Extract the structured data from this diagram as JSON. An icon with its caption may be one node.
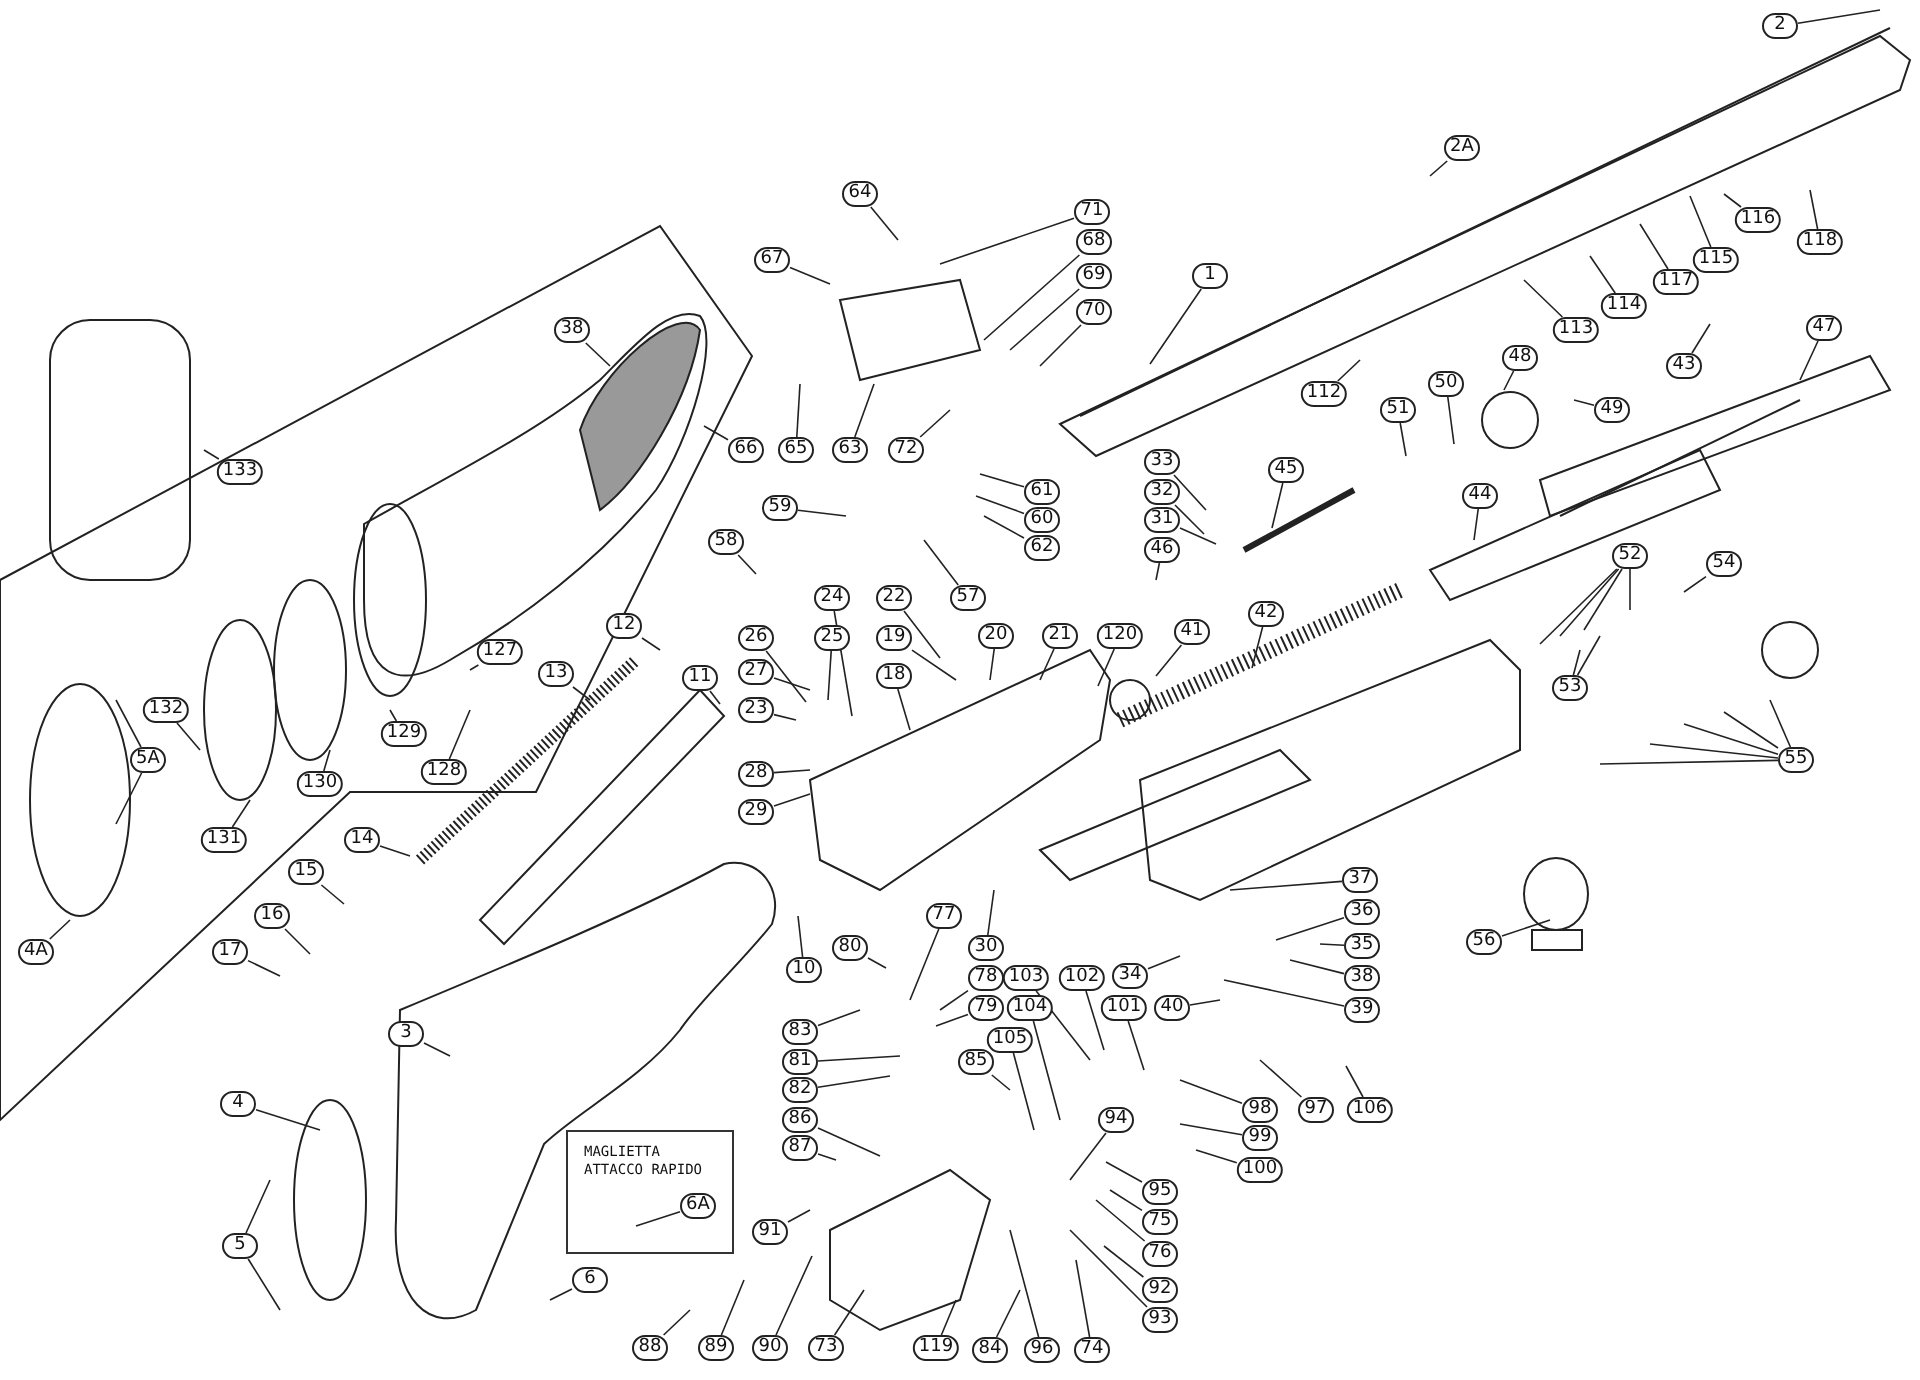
{
  "diagram": {
    "nodes": [
      {
        "text": [
          "MAGLIETTA ATTACCO RAPIDO"
        ]
      },
      {
        "text": [
          "2"
        ]
      },
      {
        "text": [
          "2A"
        ]
      },
      {
        "text": [
          "64"
        ]
      },
      {
        "text": [
          "71"
        ]
      },
      {
        "text": [
          "116"
        ]
      },
      {
        "text": [
          "118"
        ]
      },
      {
        "text": [
          "68"
        ]
      },
      {
        "text": [
          "67"
        ]
      },
      {
        "text": [
          "115"
        ]
      },
      {
        "text": [
          "69"
        ]
      },
      {
        "text": [
          "1"
        ]
      },
      {
        "text": [
          "117"
        ]
      },
      {
        "text": [
          "114"
        ]
      },
      {
        "text": [
          "70"
        ]
      },
      {
        "text": [
          "47"
        ]
      },
      {
        "text": [
          "113"
        ]
      },
      {
        "text": [
          "38"
        ]
      },
      {
        "text": [
          "48"
        ]
      },
      {
        "text": [
          "43"
        ]
      },
      {
        "text": [
          "50"
        ]
      },
      {
        "text": [
          "112"
        ]
      },
      {
        "text": [
          "49"
        ]
      },
      {
        "text": [
          "51"
        ]
      },
      {
        "text": [
          "66"
        ]
      },
      {
        "text": [
          "65"
        ]
      },
      {
        "text": [
          "63"
        ]
      },
      {
        "text": [
          "72"
        ]
      },
      {
        "text": [
          "33"
        ]
      },
      {
        "text": [
          "45"
        ]
      },
      {
        "text": [
          "133"
        ]
      },
      {
        "text": [
          "61"
        ]
      },
      {
        "text": [
          "32"
        ]
      },
      {
        "text": [
          "44"
        ]
      },
      {
        "text": [
          "59"
        ]
      },
      {
        "text": [
          "60"
        ]
      },
      {
        "text": [
          "31"
        ]
      },
      {
        "text": [
          "58"
        ]
      },
      {
        "text": [
          "62"
        ]
      },
      {
        "text": [
          "46"
        ]
      },
      {
        "text": [
          "52"
        ]
      },
      {
        "text": [
          "54"
        ]
      },
      {
        "text": [
          "57"
        ]
      },
      {
        "text": [
          "24"
        ]
      },
      {
        "text": [
          "22"
        ]
      },
      {
        "text": [
          "42"
        ]
      },
      {
        "text": [
          "12"
        ]
      },
      {
        "text": [
          "41"
        ]
      },
      {
        "text": [
          "20"
        ]
      },
      {
        "text": [
          "21"
        ]
      },
      {
        "text": [
          "120"
        ]
      },
      {
        "text": [
          "26"
        ]
      },
      {
        "text": [
          "25"
        ]
      },
      {
        "text": [
          "19"
        ]
      },
      {
        "text": [
          "127"
        ]
      },
      {
        "text": [
          "13"
        ]
      },
      {
        "text": [
          "11"
        ]
      },
      {
        "text": [
          "27"
        ]
      },
      {
        "text": [
          "18"
        ]
      },
      {
        "text": [
          "53"
        ]
      },
      {
        "text": [
          "132"
        ]
      },
      {
        "text": [
          "23"
        ]
      },
      {
        "text": [
          "129"
        ]
      },
      {
        "text": [
          "28"
        ]
      },
      {
        "text": [
          "5A"
        ]
      },
      {
        "text": [
          "55"
        ]
      },
      {
        "text": [
          "128"
        ]
      },
      {
        "text": [
          "130"
        ]
      },
      {
        "text": [
          "29"
        ]
      },
      {
        "text": [
          "131"
        ]
      },
      {
        "text": [
          "14"
        ]
      },
      {
        "text": [
          "15"
        ]
      },
      {
        "text": [
          "37"
        ]
      },
      {
        "text": [
          "36"
        ]
      },
      {
        "text": [
          "16"
        ]
      },
      {
        "text": [
          "77"
        ]
      },
      {
        "text": [
          "56"
        ]
      },
      {
        "text": [
          "35"
        ]
      },
      {
        "text": [
          "4A"
        ]
      },
      {
        "text": [
          "17"
        ]
      },
      {
        "text": [
          "80"
        ]
      },
      {
        "text": [
          "30"
        ]
      },
      {
        "text": [
          "10"
        ]
      },
      {
        "text": [
          "34"
        ]
      },
      {
        "text": [
          "78"
        ]
      },
      {
        "text": [
          "103"
        ]
      },
      {
        "text": [
          "102"
        ]
      },
      {
        "text": [
          "38"
        ]
      },
      {
        "text": [
          "79"
        ]
      },
      {
        "text": [
          "104"
        ]
      },
      {
        "text": [
          "101"
        ]
      },
      {
        "text": [
          "40"
        ]
      },
      {
        "text": [
          "39"
        ]
      },
      {
        "text": [
          "83"
        ]
      },
      {
        "text": [
          "3"
        ]
      },
      {
        "text": [
          "105"
        ]
      },
      {
        "text": [
          "81"
        ]
      },
      {
        "text": [
          "85"
        ]
      },
      {
        "text": [
          "82"
        ]
      },
      {
        "text": [
          "4"
        ]
      },
      {
        "text": [
          "98"
        ]
      },
      {
        "text": [
          "97"
        ]
      },
      {
        "text": [
          "106"
        ]
      },
      {
        "text": [
          "94"
        ]
      },
      {
        "text": [
          "86"
        ]
      },
      {
        "text": [
          "99"
        ]
      },
      {
        "text": [
          "87"
        ]
      },
      {
        "text": [
          "100"
        ]
      },
      {
        "text": [
          "95"
        ]
      },
      {
        "text": [
          "6A"
        ],
        "in": 0
      },
      {
        "text": [
          "75"
        ]
      },
      {
        "text": [
          "91"
        ]
      },
      {
        "text": [
          "5"
        ]
      },
      {
        "text": [
          "76"
        ]
      },
      {
        "text": [
          "6"
        ]
      },
      {
        "text": [
          "92"
        ]
      },
      {
        "text": [
          "93"
        ]
      },
      {
        "text": [
          "88"
        ]
      },
      {
        "text": [
          "89"
        ]
      },
      {
        "text": [
          "90"
        ]
      },
      {
        "text": [
          "73"
        ]
      },
      {
        "text": [
          "119"
        ]
      },
      {
        "text": [
          "84"
        ]
      },
      {
        "text": [
          "96"
        ]
      },
      {
        "text": [
          "74"
        ]
      }
    ],
    "edges": [
      {
        "from": 1,
        "to": null,
        "arrow": "none"
      },
      {
        "from": 2,
        "to": null,
        "arrow": "none"
      },
      {
        "from": 3,
        "to": null,
        "arrow": "none"
      },
      {
        "from": 4,
        "to": null,
        "arrow": "none"
      },
      {
        "from": 5,
        "to": null,
        "arrow": "none"
      },
      {
        "from": 6,
        "to": null,
        "arrow": "none"
      },
      {
        "from": 7,
        "to": null,
        "arrow": "none"
      },
      {
        "from": 8,
        "to": null,
        "arrow": "none"
      },
      {
        "from": 9,
        "to": null,
        "arrow": "none"
      },
      {
        "from": 10,
        "to": null,
        "arrow": "none"
      },
      {
        "from": 11,
        "to": null,
        "arrow": "none"
      },
      {
        "from": 12,
        "to": null,
        "arrow": "none"
      },
      {
        "from": 13,
        "to": null,
        "arrow": "none"
      },
      {
        "from": 14,
        "to": null,
        "arrow": "none"
      },
      {
        "from": 15,
        "to": null,
        "arrow": "none"
      },
      {
        "from": 16,
        "to": null,
        "arrow": "none"
      },
      {
        "from": 17,
        "to": null,
        "arrow": "none"
      },
      {
        "from": 18,
        "to": null,
        "arrow": "none"
      },
      {
        "from": 19,
        "to": null,
        "arrow": "none"
      },
      {
        "from": 20,
        "to": null,
        "arrow": "none"
      },
      {
        "from": 21,
        "to": null,
        "arrow": "none"
      },
      {
        "from": 22,
        "to": null,
        "arrow": "none"
      },
      {
        "from": 23,
        "to": null,
        "arrow": "none"
      },
      {
        "from": 24,
        "to": null,
        "arrow": "none"
      },
      {
        "from": 25,
        "to": null,
        "arrow": "none"
      },
      {
        "from": 26,
        "to": null,
        "arrow": "none"
      },
      {
        "from": 27,
        "to": null,
        "arrow": "none"
      },
      {
        "from": 28,
        "to": null,
        "arrow": "none"
      },
      {
        "from": 29,
        "to": null,
        "arrow": "none"
      },
      {
        "from": 30,
        "to": null,
        "arrow": "none"
      },
      {
        "from": 31,
        "to": null,
        "arrow": "none"
      },
      {
        "from": 32,
        "to": null,
        "arrow": "none"
      },
      {
        "from": 33,
        "to": null,
        "arrow": "none"
      },
      {
        "from": 34,
        "to": null,
        "arrow": "none"
      },
      {
        "from": 35,
        "to": null,
        "arrow": "none"
      },
      {
        "from": 36,
        "to": null,
        "arrow": "none"
      },
      {
        "from": 37,
        "to": null,
        "arrow": "none"
      },
      {
        "from": 38,
        "to": null,
        "arrow": "none"
      },
      {
        "from": 39,
        "to": null,
        "arrow": "none"
      },
      {
        "from": 40,
        "to": null,
        "arrow": "none"
      },
      {
        "from": 40,
        "to": null,
        "arrow": "none"
      },
      {
        "from": 40,
        "to": null,
        "arrow": "none"
      },
      {
        "from": 40,
        "to": null,
        "arrow": "none"
      },
      {
        "from": 41,
        "to": null,
        "arrow": "none"
      },
      {
        "from": 42,
        "to": null,
        "arrow": "none"
      },
      {
        "from": 43,
        "to": null,
        "arrow": "none"
      },
      {
        "from": 44,
        "to": null,
        "arrow": "none"
      },
      {
        "from": 45,
        "to": null,
        "arrow": "none"
      },
      {
        "from": 46,
        "to": null,
        "arrow": "none"
      },
      {
        "from": 47,
        "to": null,
        "arrow": "none"
      },
      {
        "from": 48,
        "to": null,
        "arrow": "none"
      },
      {
        "from": 49,
        "to": null,
        "arrow": "none"
      },
      {
        "from": 50,
        "to": null,
        "arrow": "none"
      },
      {
        "from": 51,
        "to": null,
        "arrow": "none"
      },
      {
        "from": 52,
        "to": null,
        "arrow": "none"
      },
      {
        "from": 53,
        "to": null,
        "arrow": "none"
      },
      {
        "from": 54,
        "to": null,
        "arrow": "none"
      },
      {
        "from": 55,
        "to": null,
        "arrow": "none"
      },
      {
        "from": 56,
        "to": null,
        "arrow": "none"
      },
      {
        "from": 57,
        "to": null,
        "arrow": "none"
      },
      {
        "from": 58,
        "to": null,
        "arrow": "none"
      },
      {
        "from": 59,
        "to": null,
        "arrow": "none"
      },
      {
        "from": 59,
        "to": null,
        "arrow": "none"
      },
      {
        "from": 60,
        "to": null,
        "arrow": "none"
      },
      {
        "from": 61,
        "to": null,
        "arrow": "none"
      },
      {
        "from": 62,
        "to": null,
        "arrow": "none"
      },
      {
        "from": 63,
        "to": null,
        "arrow": "none"
      },
      {
        "from": 64,
        "to": null,
        "arrow": "none"
      },
      {
        "from": 64,
        "to": null,
        "arrow": "none"
      },
      {
        "from": 65,
        "to": null,
        "arrow": "none"
      },
      {
        "from": 65,
        "to": null,
        "arrow": "none"
      },
      {
        "from": 65,
        "to": null,
        "arrow": "none"
      },
      {
        "from": 65,
        "to": null,
        "arrow": "none"
      },
      {
        "from": 65,
        "to": null,
        "arrow": "none"
      },
      {
        "from": 66,
        "to": null,
        "arrow": "none"
      },
      {
        "from": 67,
        "to": null,
        "arrow": "none"
      },
      {
        "from": 68,
        "to": null,
        "arrow": "none"
      },
      {
        "from": 69,
        "to": null,
        "arrow": "none"
      },
      {
        "from": 70,
        "to": null,
        "arrow": "none"
      },
      {
        "from": 71,
        "to": null,
        "arrow": "none"
      },
      {
        "from": 72,
        "to": null,
        "arrow": "none"
      },
      {
        "from": 73,
        "to": null,
        "arrow": "none"
      },
      {
        "from": 74,
        "to": null,
        "arrow": "none"
      },
      {
        "from": 75,
        "to": null,
        "arrow": "none"
      },
      {
        "from": 76,
        "to": null,
        "arrow": "none"
      },
      {
        "from": 77,
        "to": null,
        "arrow": "none"
      },
      {
        "from": 78,
        "to": null,
        "arrow": "none"
      },
      {
        "from": 79,
        "to": null,
        "arrow": "none"
      },
      {
        "from": 80,
        "to": null,
        "arrow": "none"
      },
      {
        "from": 81,
        "to": null,
        "arrow": "none"
      },
      {
        "from": 82,
        "to": null,
        "arrow": "none"
      },
      {
        "from": 83,
        "to": null,
        "arrow": "none"
      },
      {
        "from": 84,
        "to": null,
        "arrow": "none"
      },
      {
        "from": 85,
        "to": null,
        "arrow": "none"
      },
      {
        "from": 86,
        "to": null,
        "arrow": "none"
      },
      {
        "from": 87,
        "to": null,
        "arrow": "none"
      },
      {
        "from": 88,
        "to": null,
        "arrow": "none"
      },
      {
        "from": 89,
        "to": null,
        "arrow": "none"
      },
      {
        "from": 90,
        "to": null,
        "arrow": "none"
      },
      {
        "from": 91,
        "to": null,
        "arrow": "none"
      },
      {
        "from": 92,
        "to": null,
        "arrow": "none"
      },
      {
        "from": 93,
        "to": null,
        "arrow": "none"
      },
      {
        "from": 94,
        "to": null,
        "arrow": "none"
      },
      {
        "from": 95,
        "to": null,
        "arrow": "none"
      },
      {
        "from": 96,
        "to": null,
        "arrow": "none"
      },
      {
        "from": 97,
        "to": null,
        "arrow": "none"
      },
      {
        "from": 98,
        "to": null,
        "arrow": "none"
      },
      {
        "from": 99,
        "to": null,
        "arrow": "none"
      },
      {
        "from": 100,
        "to": null,
        "arrow": "none"
      },
      {
        "from": 101,
        "to": null,
        "arrow": "none"
      },
      {
        "from": 102,
        "to": null,
        "arrow": "none"
      },
      {
        "from": 103,
        "to": null,
        "arrow": "none"
      },
      {
        "from": 104,
        "to": null,
        "arrow": "none"
      },
      {
        "from": 105,
        "to": null,
        "arrow": "none"
      },
      {
        "from": 106,
        "to": null,
        "arrow": "none"
      },
      {
        "from": 107,
        "to": null,
        "arrow": "none"
      },
      {
        "from": 108,
        "to": null,
        "arrow": "none"
      },
      {
        "from": 109,
        "to": null,
        "arrow": "none"
      },
      {
        "from": 110,
        "to": null,
        "arrow": "none"
      },
      {
        "from": 111,
        "to": null,
        "arrow": "none"
      },
      {
        "from": 112,
        "to": null,
        "arrow": "none"
      },
      {
        "from": 112,
        "to": null,
        "arrow": "none"
      },
      {
        "from": 113,
        "to": null,
        "arrow": "none"
      },
      {
        "from": 114,
        "to": null,
        "arrow": "none"
      },
      {
        "from": 115,
        "to": null,
        "arrow": "none"
      },
      {
        "from": 116,
        "to": null,
        "arrow": "none"
      },
      {
        "from": 117,
        "to": null,
        "arrow": "none"
      },
      {
        "from": 118,
        "to": null,
        "arrow": "none"
      },
      {
        "from": 119,
        "to": null,
        "arrow": "none"
      },
      {
        "from": 120,
        "to": null,
        "arrow": "none"
      },
      {
        "from": 121,
        "to": null,
        "arrow": "none"
      },
      {
        "from": 122,
        "to": null,
        "arrow": "none"
      },
      {
        "from": 123,
        "to": null,
        "arrow": "none"
      },
      {
        "from": 124,
        "to": null,
        "arrow": "none"
      }
    ]
  }
}
